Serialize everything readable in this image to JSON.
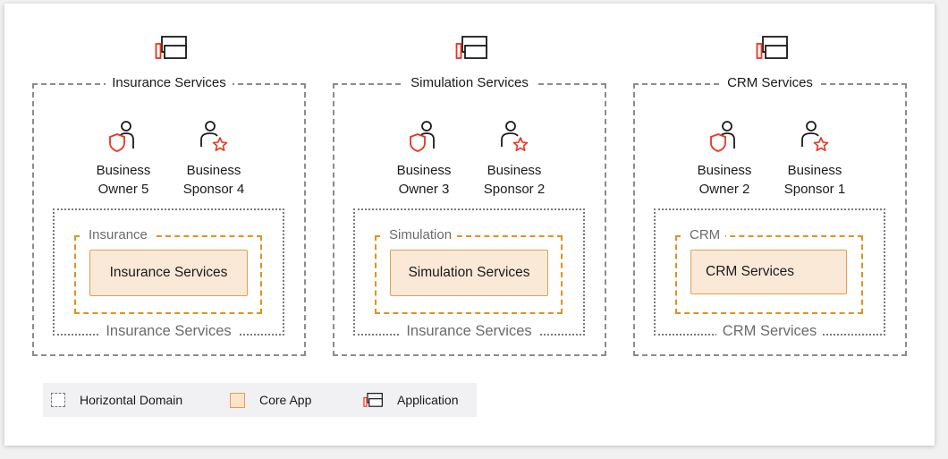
{
  "apps": [
    {
      "title": "Insurance Services",
      "roles": [
        {
          "line1": "Business",
          "line2": "Owner 5",
          "icon": "owner-shield-icon"
        },
        {
          "line1": "Business",
          "line2": "Sponsor 4",
          "icon": "sponsor-star-icon"
        }
      ],
      "domain_label": "Insurance Services",
      "core_label": "Insurance",
      "core_app": "Insurance Services"
    },
    {
      "title": "Simulation Services",
      "roles": [
        {
          "line1": "Business",
          "line2": "Owner 3",
          "icon": "owner-shield-icon"
        },
        {
          "line1": "Business",
          "line2": "Sponsor 2",
          "icon": "sponsor-star-icon"
        }
      ],
      "domain_label": "Insurance Services",
      "core_label": "Simulation",
      "core_app": "Simulation Services"
    },
    {
      "title": "CRM Services",
      "roles": [
        {
          "line1": "Business",
          "line2": "Owner 2",
          "icon": "owner-shield-icon"
        },
        {
          "line1": "Business",
          "line2": "Sponsor 1",
          "icon": "sponsor-star-icon"
        }
      ],
      "domain_label": "CRM Services",
      "core_label": "CRM",
      "core_app": "CRM Services"
    }
  ],
  "legend": {
    "horizontal_domain": "Horizontal Domain",
    "core_app": "Core App",
    "application": "Application"
  },
  "colors": {
    "accent_red": "#e8351f",
    "core_orange": "#e0921c",
    "core_fill": "#fbe9d7"
  }
}
